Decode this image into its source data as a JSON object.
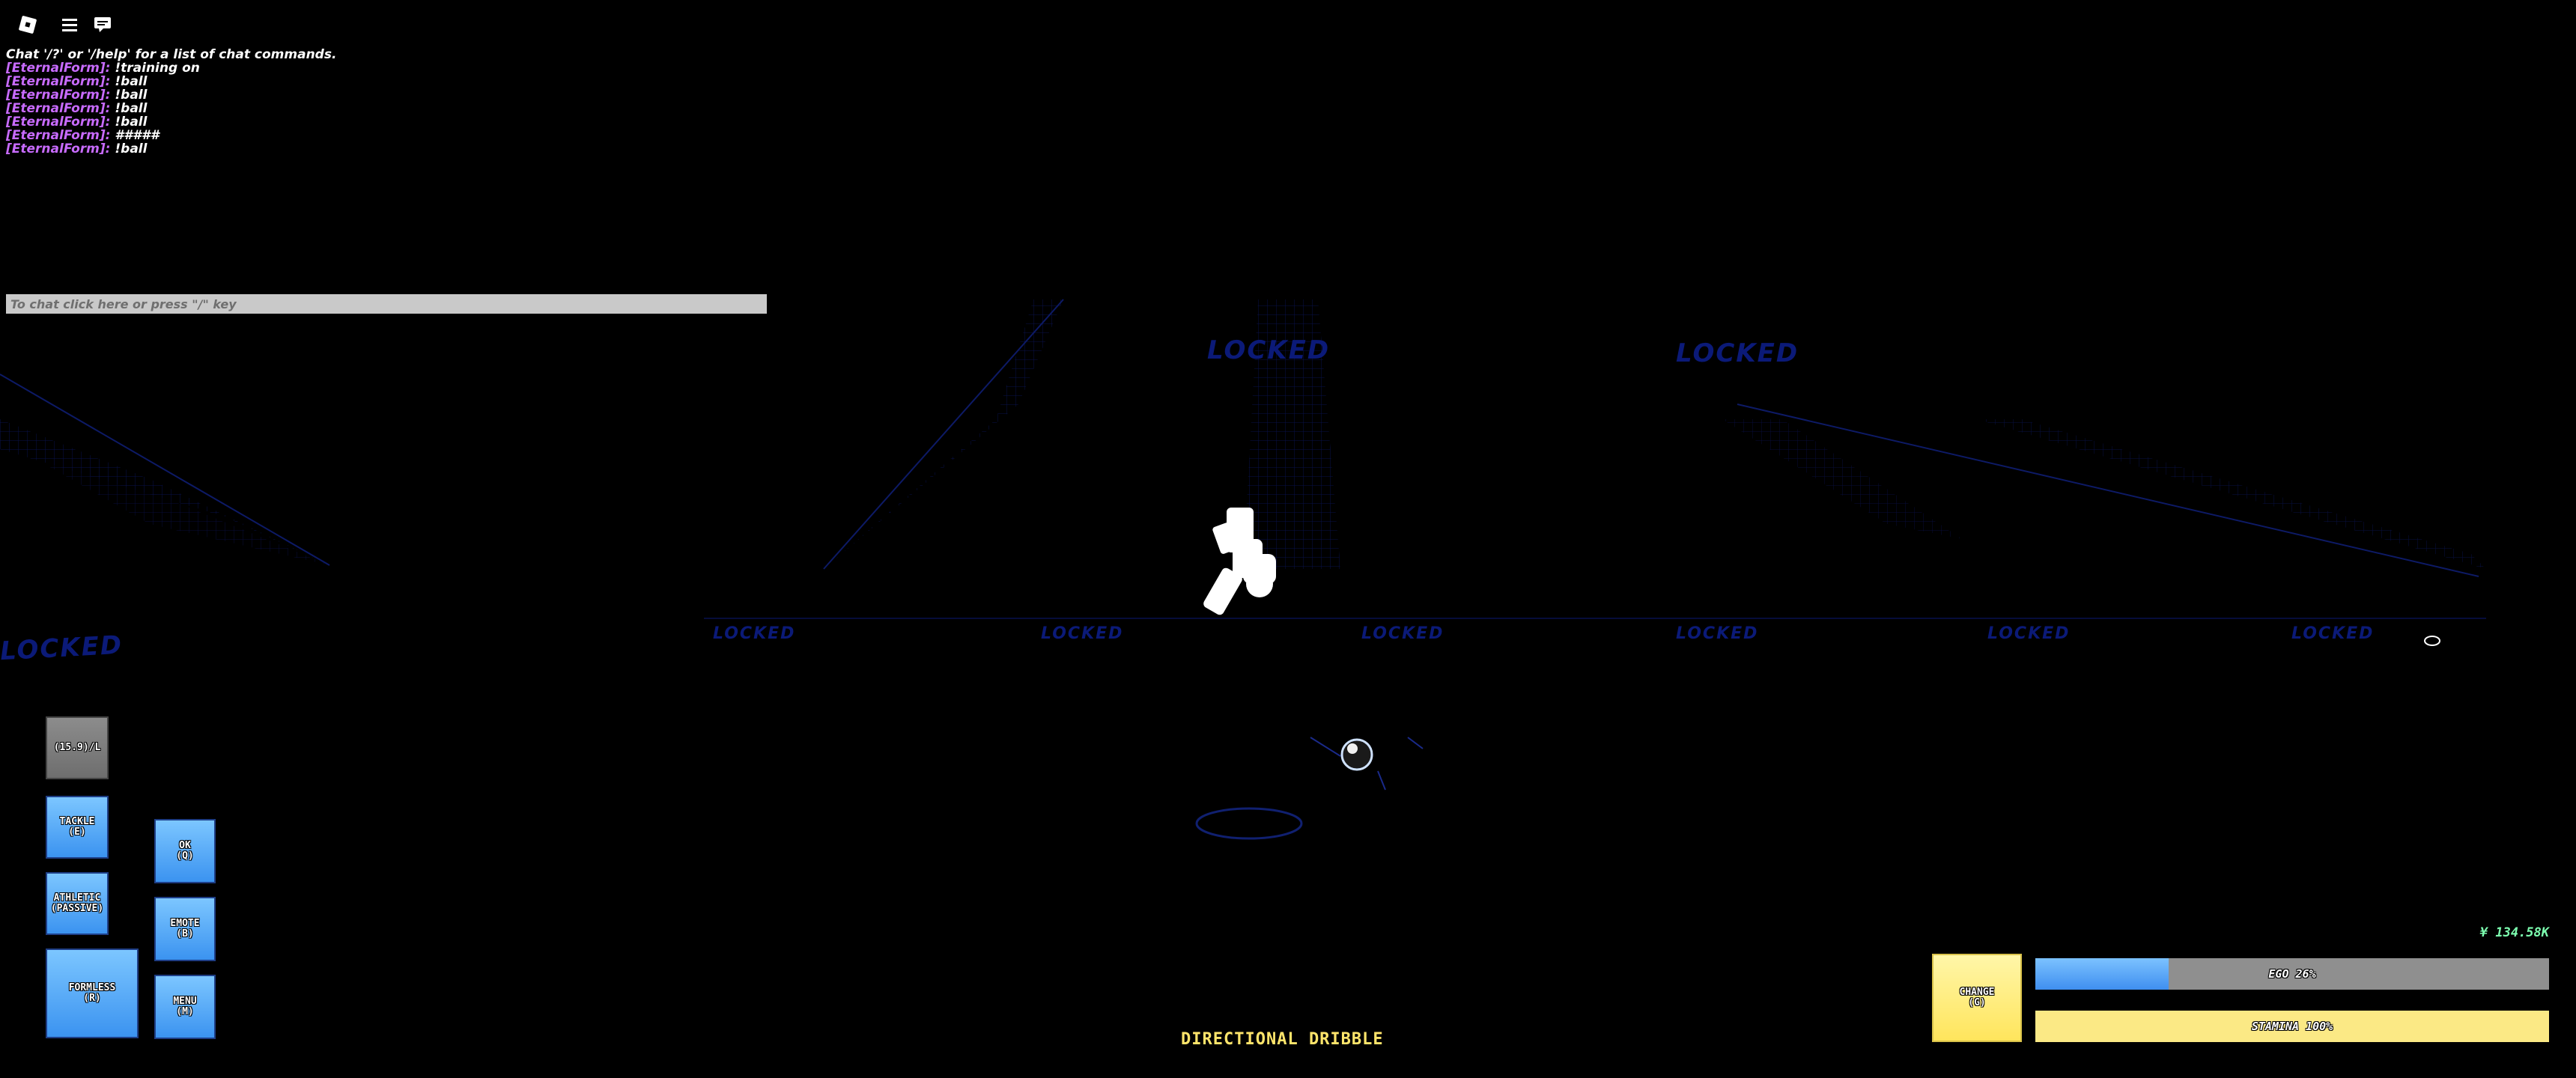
{
  "top_bar": {
    "icons": [
      "roblox-logo-icon",
      "menu-icon",
      "chat-icon"
    ]
  },
  "chat": {
    "system_message": "Chat '/?' or '/help' for a list of chat commands.",
    "messages": [
      {
        "user": "[EternalForm]:",
        "text": "!training on"
      },
      {
        "user": "[EternalForm]:",
        "text": "!ball"
      },
      {
        "user": "[EternalForm]:",
        "text": "!ball"
      },
      {
        "user": "[EternalForm]:",
        "text": "!ball"
      },
      {
        "user": "[EternalForm]:",
        "text": "!ball"
      },
      {
        "user": "[EternalForm]:",
        "text": "#####"
      },
      {
        "user": "[EternalForm]:",
        "text": "!ball"
      }
    ],
    "input_placeholder": "To chat click here or press \"/\" key"
  },
  "world": {
    "locked_label": "LOCKED"
  },
  "abilities": {
    "cooldown": "(15.9)/L",
    "tackle": "TACKLE\n(E)",
    "athletic": "ATHLETIC\n(PASSIVE)",
    "formless": "FORMLESS\n(R)",
    "ok": "OK\n(Q)",
    "emote": "EMOTE\n(B)",
    "menu": "MENU\n(M)",
    "change": "CHANGE\n(G)"
  },
  "stats": {
    "currency": "¥ 134.58K",
    "ego_label": "EGO 26%",
    "ego_percent": 26,
    "stamina_label": "STAMINA 100%",
    "stamina_percent": 100
  },
  "hint": {
    "mode": "DIRECTIONAL DRIBBLE"
  },
  "colors": {
    "background": "#000000",
    "locked_blue": "#0b1a78",
    "chat_user": "#c86bff",
    "ability_blue": "#4da3f5",
    "stamina_yellow": "#fbe985",
    "currency_green": "#7dffb0",
    "hint_yellow": "#ffe56b"
  }
}
